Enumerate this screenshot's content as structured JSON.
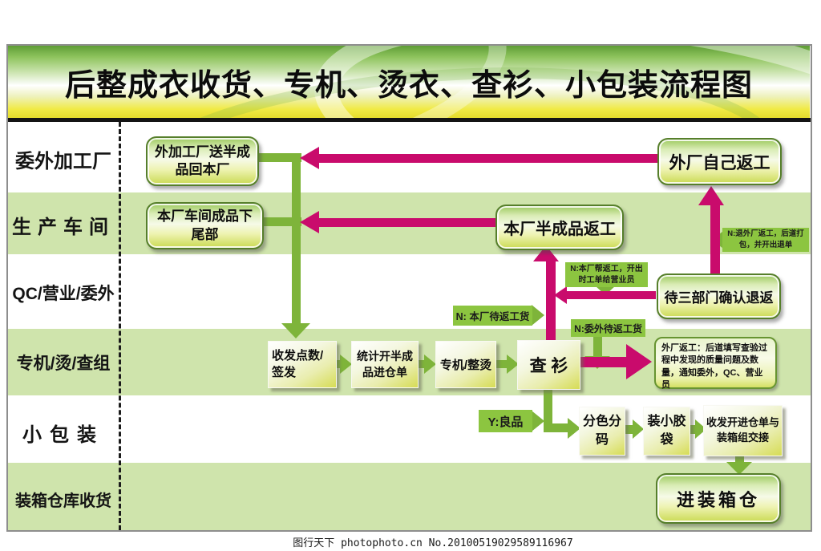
{
  "title": "后整成衣收货、专机、烫衣、查衫、小包装流程图",
  "rows": [
    {
      "label": "委外加工厂"
    },
    {
      "label": "生产车间"
    },
    {
      "label": "QC/营业/委外"
    },
    {
      "label": "专机/烫/查组"
    },
    {
      "label": "小包装"
    },
    {
      "label": "装箱仓库收货"
    }
  ],
  "boxes": {
    "factory_return_half": "外加工厂送半成品回本厂",
    "workshop_tail": "本厂车间成品下尾部",
    "ext_self_rework": "外厂自己返工",
    "own_half_rework": "本厂半成品返工",
    "await_confirm": "待三部门确认退返",
    "receive_count_sign": "收发点数/签发",
    "stats_warehouse_slip": "统计开半成品进仓单",
    "machine_iron": "专机/整烫",
    "check_shirt": "查 衫",
    "ext_rework_note": "外厂返工：后道填写查验过程中发现的质量问题及数量，通知委外，QC、营业员",
    "sort_color_size": "分色分码",
    "small_poly_bag": "装小胶袋",
    "handover_slip": "收发开进仓单与装箱组交接",
    "into_carton": "进装箱仓"
  },
  "labels": {
    "n_own_wait": "N: 本厂待返工货",
    "n_out_wait": "N:委外待返工货",
    "n_own_help": "N:本厂帮返工，开出时工单给营业员",
    "n_return_ext": "N:退外厂返工，后道打包，并开出退单",
    "y_good": "Y:良品"
  },
  "watermark": "图行天下 photophoto.cn  No.20100519029589116967",
  "colors": {
    "arrow_green": "#7eb43a",
    "arrow_magenta": "#c90b6c",
    "label_green": "#8cc540",
    "band_green": "#cfe4ac"
  }
}
